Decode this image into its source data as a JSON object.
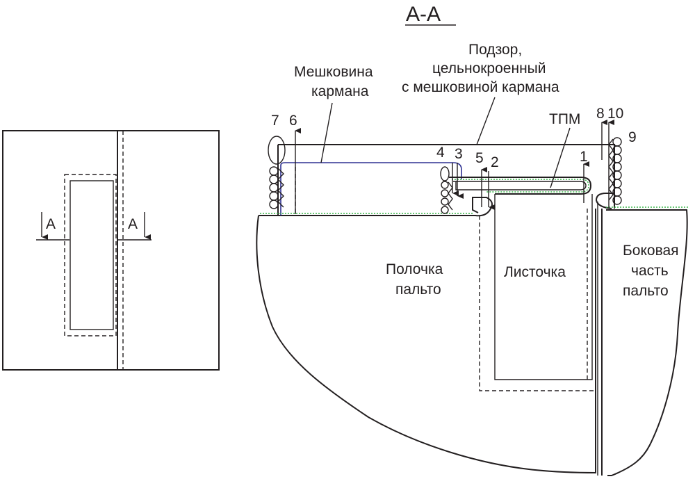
{
  "section_title": "А-А",
  "plan_view": {
    "cut_mark_left": "А",
    "cut_mark_right": "А"
  },
  "labels": {
    "pocket_bag_l1": "Мешковина",
    "pocket_bag_l2": "кармана",
    "facing_l1": "Подзор,",
    "facing_l2": "цельнокроенный",
    "facing_l3": "с мешковиной кармана",
    "tpm": "ТПМ",
    "front_l1": "Полочка",
    "front_l2": "пальто",
    "welt": "Листочка",
    "side_l1": "Боковая",
    "side_l2": "часть",
    "side_l3": "пальто"
  },
  "seam_numbers": [
    "1",
    "2",
    "3",
    "4",
    "5",
    "6",
    "7",
    "8",
    "9",
    "10"
  ],
  "colors": {
    "outline": "#231f20",
    "pocket_bag": "#2e3192",
    "fusing": "#39b54a"
  }
}
